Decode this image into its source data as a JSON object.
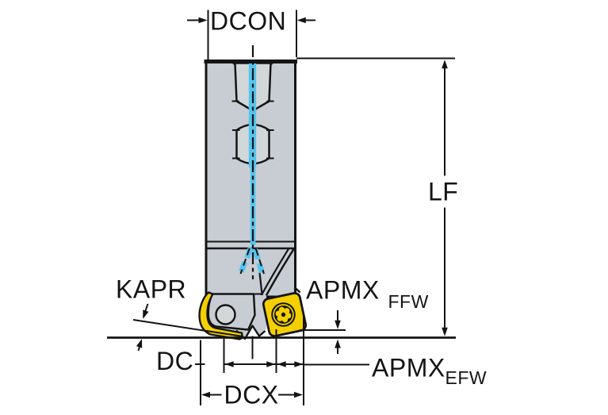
{
  "diagram": {
    "type": "technical-drawing",
    "subject": "Indexable square-shoulder end mill, side view with dimension callouts",
    "labels": {
      "dcon": "DCON",
      "lf": "LF",
      "kapr": "KAPR",
      "dc": "DC",
      "dcx": "DCX",
      "apmx_ffw": {
        "main": "APMX",
        "sub": "FFW"
      },
      "apmx_efw": {
        "main": "APMX",
        "sub": "EFW"
      }
    },
    "colors": {
      "line_black": "#141414",
      "body_gray": "#c7cdd3",
      "screw_gray": "#d2d7da",
      "coolant_cyan": "#55c5ef",
      "insert_yellow": "#f5d000",
      "background": "#ffffff"
    }
  }
}
